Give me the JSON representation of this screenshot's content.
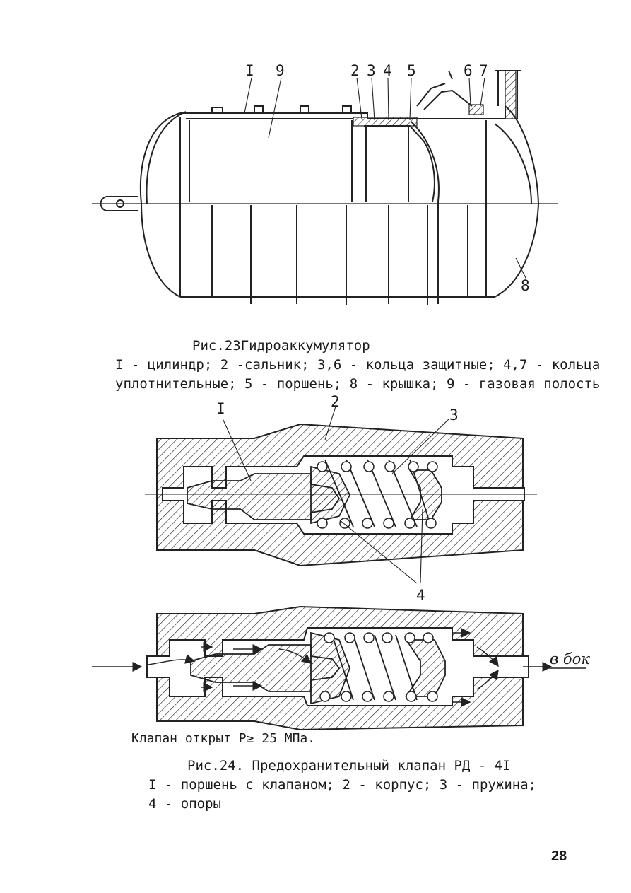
{
  "fig23": {
    "labels": [
      "I",
      "9",
      "2",
      "3",
      "4",
      "5",
      "6",
      "7",
      "8"
    ],
    "caption_prefix": "Рис.23",
    "caption_title": "Гидроаккумулятор",
    "legend_line1": "I - цилиндр; 2 -сальник; 3,6 - кольца защитные; 4,7 - кольца",
    "legend_line2": "уплотнительные; 5 - поршень; 8 - крышка; 9 - газовая полость"
  },
  "fig24": {
    "labels_top": [
      "I",
      "2",
      "3",
      "4"
    ],
    "arrow_label": "в бок",
    "open_state": "Клапан открыт  P≥ 25 МПа.",
    "caption": "Рис.24. Предохранительный клапан  РД - 4I",
    "legend_line1": "I - поршень с клапаном; 2 - корпус; 3 - пружина;",
    "legend_line2": "4 - опоры"
  },
  "page_number": "28"
}
